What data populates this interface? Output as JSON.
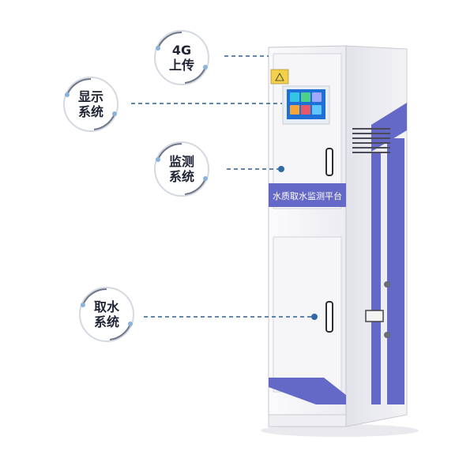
{
  "cabinet": {
    "side_label": "水质取水监测平台",
    "warning_sticker_icon": "hazard-warning-icon",
    "screen_app_icons": [
      "app-tile-icon",
      "app-tile-icon",
      "app-tile-icon",
      "app-tile-icon",
      "app-tile-icon",
      "app-tile-icon"
    ]
  },
  "callouts": [
    {
      "id": "4g",
      "line1": "4G",
      "line2": "上传"
    },
    {
      "id": "display",
      "line1": "显示",
      "line2": "系统"
    },
    {
      "id": "monitor",
      "line1": "监测",
      "line2": "系统"
    },
    {
      "id": "intake",
      "line1": "取水",
      "line2": "系统"
    }
  ],
  "colors": {
    "cabinet_body": "#f1f1f4",
    "cabinet_side": "#e4e5ea",
    "accent_purple": "#6468c6",
    "screen_blue": "#1e6fd6",
    "leader_line": "#2f5f8f",
    "label_text": "#1e2333"
  }
}
